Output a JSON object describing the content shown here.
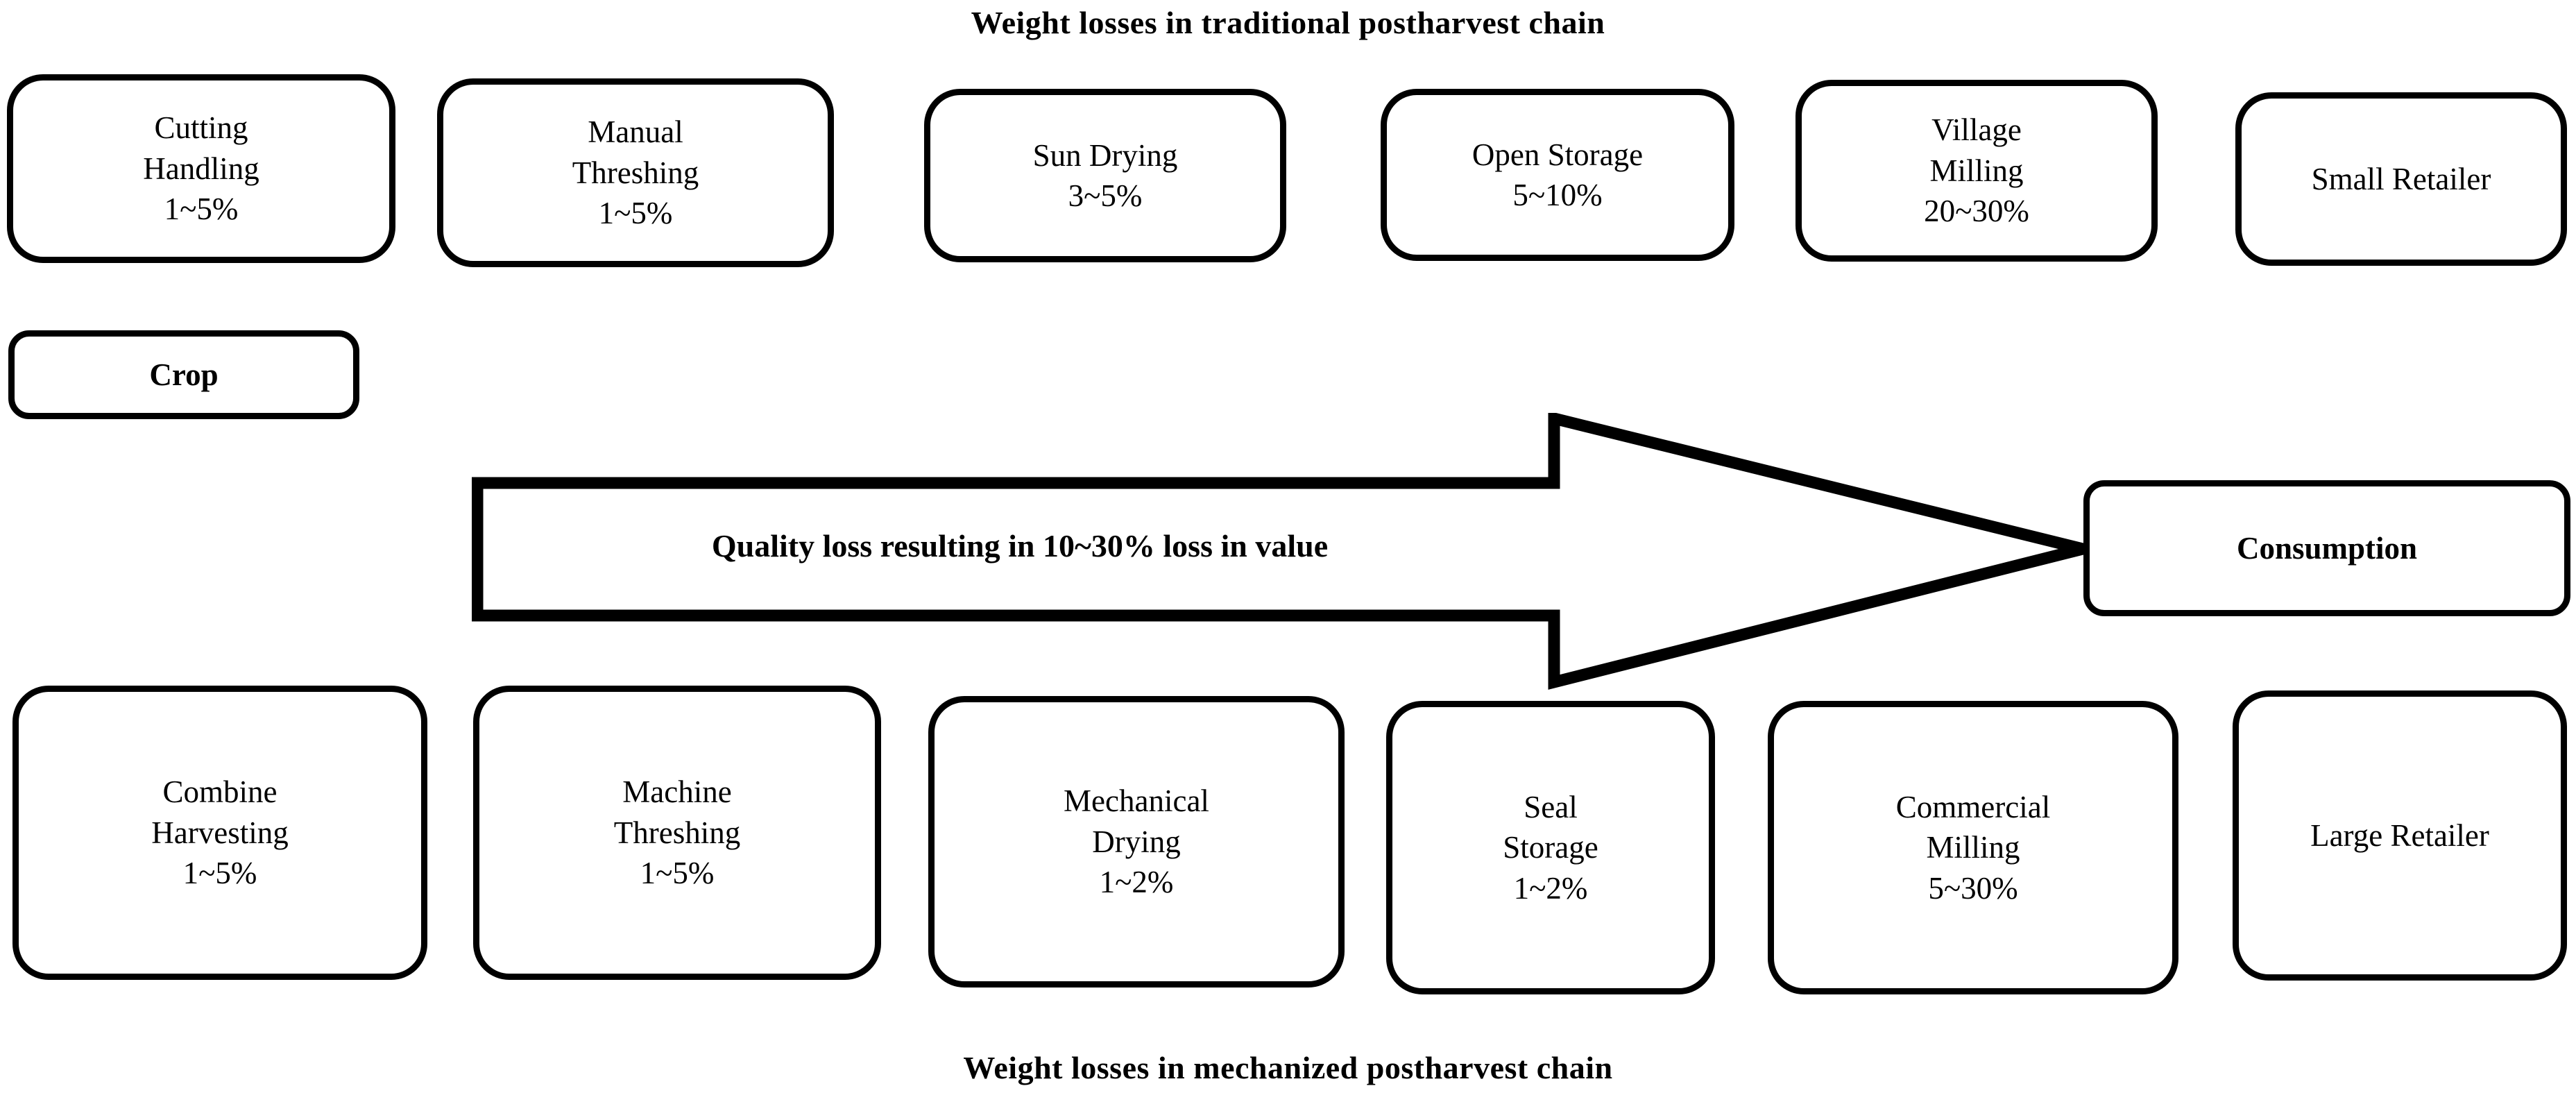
{
  "titles": {
    "top": "Weight losses in traditional  postharvest  chain",
    "bottom": "Weight losses in mechanized postharvest chain"
  },
  "traditional_chain": {
    "row_label": "traditional postharvest chain",
    "nodes": [
      {
        "name": "Cutting Handling",
        "line1": "Cutting",
        "line2": "Handling",
        "loss": "1~5%"
      },
      {
        "name": "Manual Threshing",
        "line1": "Manual",
        "line2": "Threshing",
        "loss": "1~5%"
      },
      {
        "name": "Sun Drying",
        "line1": "Sun Drying",
        "line2": "",
        "loss": "3~5%"
      },
      {
        "name": "Open Storage",
        "line1": "Open Storage",
        "line2": "",
        "loss": "5~10%"
      },
      {
        "name": "Village Milling",
        "line1": "Village",
        "line2": "Milling",
        "loss": "20~30%"
      },
      {
        "name": "Small Retailer",
        "line1": "Small Retailer",
        "line2": "",
        "loss": ""
      }
    ]
  },
  "mechanized_chain": {
    "row_label": "mechanized postharvest chain",
    "nodes": [
      {
        "name": "Combine Harvesting",
        "line1": "Combine",
        "line2": "Harvesting",
        "loss": "1~5%"
      },
      {
        "name": "Machine Threshing",
        "line1": "Machine",
        "line2": "Threshing",
        "loss": "1~5%"
      },
      {
        "name": "Mechanical Drying",
        "line1": "Mechanical",
        "line2": "Drying",
        "loss": "1~2%"
      },
      {
        "name": "Seal Storage",
        "line1": "Seal",
        "line2": "Storage",
        "loss": "1~2%"
      },
      {
        "name": "Commercial Milling",
        "line1": "Commercial",
        "line2": "Milling",
        "loss": "5~30%"
      },
      {
        "name": "Large Retailer",
        "line1": "Large Retailer",
        "line2": "",
        "loss": ""
      }
    ]
  },
  "flow": {
    "start_node": "Crop",
    "end_node": "Consumption",
    "arrow_label": "Quality loss resulting  in 10~30% loss in value"
  },
  "colors": {
    "stroke": "#000000",
    "fill": "#ffffff",
    "text": "#000000"
  }
}
